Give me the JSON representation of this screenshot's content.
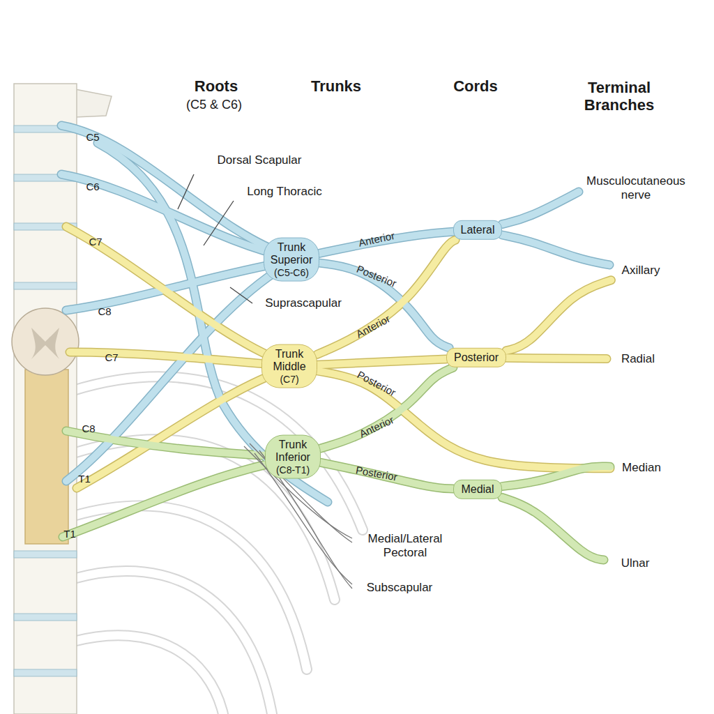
{
  "diagram": {
    "nodes": [
      {
        "text": [
          "Trunk Superior",
          "(C5-C6)"
        ]
      },
      {
        "text": [
          "Trunk Middle",
          "(C7)"
        ]
      },
      {
        "text": [
          "Trunk Inferior",
          "(C8-T1)"
        ]
      },
      {
        "text": [
          "Lateral"
        ]
      },
      {
        "text": [
          "Posterior"
        ]
      },
      {
        "text": [
          "Medial"
        ]
      },
      {
        "text": [
          "Musculocutaneous nerve"
        ]
      },
      {
        "text": [
          "Axillary"
        ]
      },
      {
        "text": [
          "Radial"
        ]
      },
      {
        "text": [
          "Median"
        ]
      },
      {
        "text": [
          "Ulnar"
        ]
      }
    ],
    "edges": [
      {
        "from": 0,
        "to": 3,
        "arrow": "none",
        "label": "Anterior"
      },
      {
        "from": 0,
        "to": 4,
        "arrow": "none",
        "label": "Posterior"
      },
      {
        "from": 1,
        "to": 3,
        "arrow": "none",
        "label": "Anterior"
      },
      {
        "from": 1,
        "to": 4,
        "arrow": "none"
      },
      {
        "from": 1,
        "to": 9,
        "arrow": "none",
        "label": "Posterior"
      },
      {
        "from": 2,
        "to": 4,
        "arrow": "none",
        "label": "Anterior"
      },
      {
        "from": 2,
        "to": 5,
        "arrow": "none",
        "label": "Posterior"
      },
      {
        "from": 3,
        "to": 6,
        "arrow": "none"
      },
      {
        "from": 3,
        "to": 7,
        "arrow": "none"
      },
      {
        "from": 4,
        "to": 7,
        "arrow": "none"
      },
      {
        "from": 4,
        "to": 8,
        "arrow": "none"
      },
      {
        "from": 5,
        "to": 9,
        "arrow": "none"
      },
      {
        "from": 5,
        "to": 10,
        "arrow": "none"
      }
    ],
    "labels": [
      "Roots",
      "(C5 & C6)",
      "Trunks",
      "Cords",
      "Terminal Branches",
      "Dorsal Scapular",
      "Long Thoracic",
      "C5",
      "C6",
      "C7",
      "C8",
      "C7",
      "C8",
      "T1",
      "T1",
      "Suprascapular",
      "Medial/Lateral Pectoral",
      "Subscapular"
    ]
  }
}
